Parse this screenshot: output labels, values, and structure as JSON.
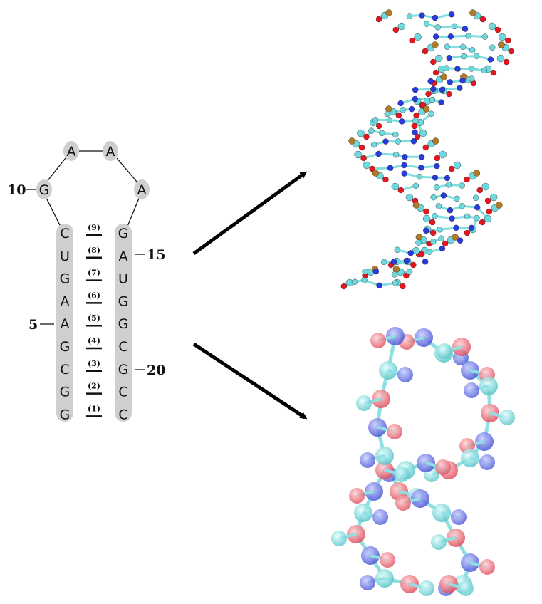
{
  "colors": {
    "nucleotide_fill": "#cfcfcf",
    "carbon": "#6fd8dc",
    "nitrogen": "#2a3adf",
    "oxygen": "#e8141e",
    "phosphorus": "#b07a2a",
    "cg_bead_blue": "#5e6ae0",
    "cg_bead_red": "#e85c6a",
    "cg_bead_cyan": "#7fd8d8",
    "arrow": "#000000"
  },
  "hairpin": {
    "loop": [
      {
        "id": 10,
        "base": "G"
      },
      {
        "id": 11,
        "base": "A"
      },
      {
        "id": 12,
        "base": "A"
      },
      {
        "id": 13,
        "base": "A"
      }
    ],
    "strand_5prime": [
      "C",
      "U",
      "G",
      "A",
      "A",
      "G",
      "C",
      "G",
      "G"
    ],
    "strand_3prime": [
      "G",
      "A",
      "U",
      "G",
      "G",
      "C",
      "G",
      "C",
      "C"
    ],
    "pair_labels": [
      "(9)",
      "(8)",
      "(7)",
      "(6)",
      "(5)",
      "(4)",
      "(3)",
      "(2)",
      "(1)"
    ],
    "position_labels": {
      "pos5": "5",
      "pos10": "10",
      "pos15": "15",
      "pos20": "20"
    }
  },
  "panels": {
    "top": "atomistic-model",
    "bottom": "coarse-grained-model"
  }
}
